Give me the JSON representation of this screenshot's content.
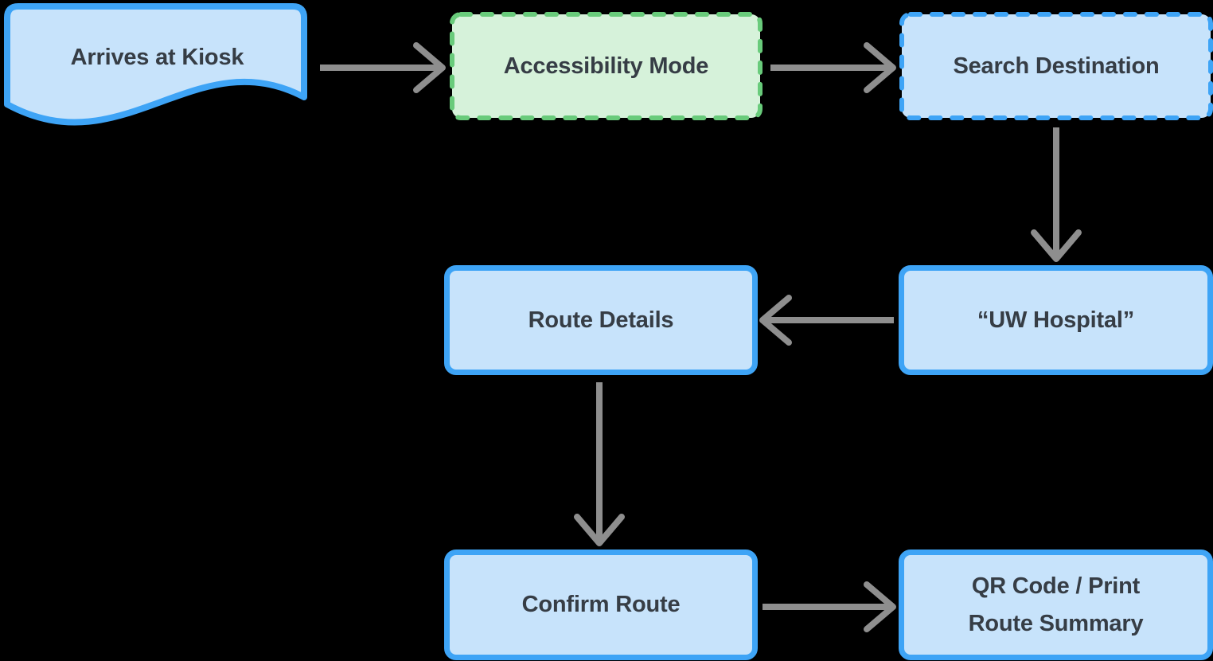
{
  "diagram": {
    "type": "flowchart",
    "colors": {
      "background": "#000000",
      "blue_border": "#3EA4F6",
      "blue_fill": "#C7E3FB",
      "green_border": "#69CB7B",
      "green_fill": "#D6F2DA",
      "arrow": "#8E8E8E",
      "text": "#363D45"
    },
    "nodes": [
      {
        "id": "arrives-at-kiosk",
        "label": "Arrives at Kiosk",
        "shape": "document",
        "fill": "#C7E3FB",
        "border_color": "#3EA4F6",
        "border_style": "solid"
      },
      {
        "id": "accessibility-mode",
        "label": "Accessibility Mode",
        "shape": "rounded-rect",
        "fill": "#D6F2DA",
        "border_color": "#69CB7B",
        "border_style": "dashed"
      },
      {
        "id": "search-destination",
        "label": "Search Destination",
        "shape": "rounded-rect",
        "fill": "#C7E3FB",
        "border_color": "#3EA4F6",
        "border_style": "dashed"
      },
      {
        "id": "uw-hospital",
        "label": "“UW Hospital”",
        "shape": "rounded-rect",
        "fill": "#C7E3FB",
        "border_color": "#3EA4F6",
        "border_style": "solid"
      },
      {
        "id": "route-details",
        "label": "Route Details",
        "shape": "rounded-rect",
        "fill": "#C7E3FB",
        "border_color": "#3EA4F6",
        "border_style": "solid"
      },
      {
        "id": "confirm-route",
        "label": "Confirm Route",
        "shape": "rounded-rect",
        "fill": "#C7E3FB",
        "border_color": "#3EA4F6",
        "border_style": "solid"
      },
      {
        "id": "qr-code-print-route-summary",
        "label": "QR Code / Print Route Summary",
        "lines": [
          "QR Code / Print",
          "Route Summary"
        ],
        "shape": "rounded-rect",
        "fill": "#C7E3FB",
        "border_color": "#3EA4F6",
        "border_style": "solid"
      }
    ],
    "edges": [
      {
        "from": "arrives-at-kiosk",
        "to": "accessibility-mode",
        "direction": "right"
      },
      {
        "from": "accessibility-mode",
        "to": "search-destination",
        "direction": "right"
      },
      {
        "from": "search-destination",
        "to": "uw-hospital",
        "direction": "down"
      },
      {
        "from": "uw-hospital",
        "to": "route-details",
        "direction": "left"
      },
      {
        "from": "route-details",
        "to": "confirm-route",
        "direction": "down"
      },
      {
        "from": "confirm-route",
        "to": "qr-code-print-route-summary",
        "direction": "right"
      }
    ]
  }
}
